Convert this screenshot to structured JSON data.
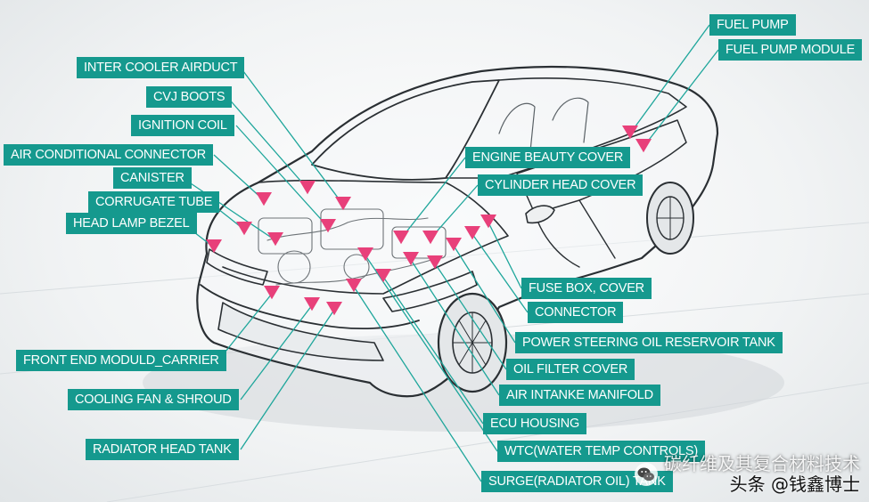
{
  "labels": [
    {
      "id": "fuel-pump",
      "text": "FUEL PUMP"
    },
    {
      "id": "fuel-pump-module",
      "text": "FUEL PUMP MODULE"
    },
    {
      "id": "inter-cooler-airduct",
      "text": "INTER COOLER AIRDUCT"
    },
    {
      "id": "cvj-boots",
      "text": "CVJ BOOTS"
    },
    {
      "id": "ignition-coil",
      "text": "IGNITION COIL"
    },
    {
      "id": "air-conditional-connector",
      "text": "AIR CONDITIONAL CONNECTOR"
    },
    {
      "id": "canister",
      "text": "CANISTER"
    },
    {
      "id": "corrugate-tube",
      "text": "CORRUGATE TUBE"
    },
    {
      "id": "head-lamp-bezel",
      "text": "HEAD LAMP BEZEL"
    },
    {
      "id": "engine-beauty-cover",
      "text": "ENGINE BEAUTY COVER"
    },
    {
      "id": "cylinder-head-cover",
      "text": "CYLINDER HEAD COVER"
    },
    {
      "id": "fuse-box-cover",
      "text": "FUSE BOX, COVER"
    },
    {
      "id": "connector",
      "text": "CONNECTOR"
    },
    {
      "id": "power-steering-oil-reservoir-tank",
      "text": "POWER STEERING OIL RESERVOIR TANK"
    },
    {
      "id": "oil-filter-cover",
      "text": "OIL FILTER COVER"
    },
    {
      "id": "air-intanke-manifold",
      "text": "AIR INTANKE MANIFOLD"
    },
    {
      "id": "ecu-housing",
      "text": "ECU HOUSING"
    },
    {
      "id": "wtc",
      "text": "WTC(WATER TEMP CONTROLS)"
    },
    {
      "id": "surge-radiator-oil-tank",
      "text": "SURGE(RADIATOR OIL) TANK"
    },
    {
      "id": "front-end-moduld-carrier",
      "text": "FRONT END MODULD_CARRIER"
    },
    {
      "id": "cooling-fan-shroud",
      "text": "COOLING FAN & SHROUD"
    },
    {
      "id": "radiator-head-tank",
      "text": "RADIATOR HEAD TANK"
    }
  ],
  "watermark": {
    "line1": "碳纤维及其复合材料技术",
    "line2": "头条 @钱鑫博士",
    "icon": "wechat-icon"
  },
  "colors": {
    "label_bg": "#15998e",
    "leader_line": "#1ea69b",
    "marker": "#e8407a",
    "car_outline": "#2a2f33"
  }
}
